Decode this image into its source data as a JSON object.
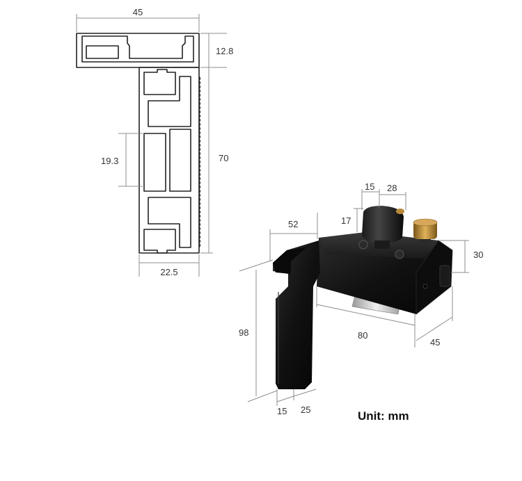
{
  "profile_dimensions": {
    "width_top": "45",
    "height_top": "12.8",
    "slot_height": "19.3",
    "height_body": "70",
    "width_body": "22.5"
  },
  "stop_dimensions": {
    "dim_15_top": "15",
    "dim_28": "28",
    "dim_17": "17",
    "dim_52": "52",
    "dim_30": "30",
    "dim_98": "98",
    "dim_80": "80",
    "dim_45": "45",
    "dim_15_bottom": "15",
    "dim_25": "25"
  },
  "unit_label": "Unit: mm",
  "colors": {
    "profile_stroke": "#222222",
    "dimension_line": "#8c8c8c",
    "body_black": "#141414",
    "brass": "#b8893a"
  }
}
